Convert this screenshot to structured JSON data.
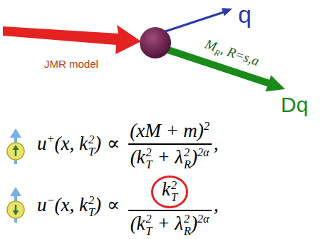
{
  "diagram": {
    "labels": [
      "q",
      "Dq",
      "JMR model",
      "M",
      "R",
      ", R=s,a",
      "u",
      "+",
      "(x, k",
      "2",
      "T",
      ")",
      "∝",
      "(xM + m)",
      "2",
      "(k",
      "2",
      "T",
      " + λ",
      "2",
      "R",
      ")",
      "2α",
      ",",
      "u",
      "−",
      "(x, k",
      "2",
      "T",
      ")",
      "∝",
      "k",
      "2",
      "T",
      "(k",
      "2",
      "T",
      " + λ",
      "2",
      "R",
      ")",
      "2α",
      ","
    ]
  }
}
